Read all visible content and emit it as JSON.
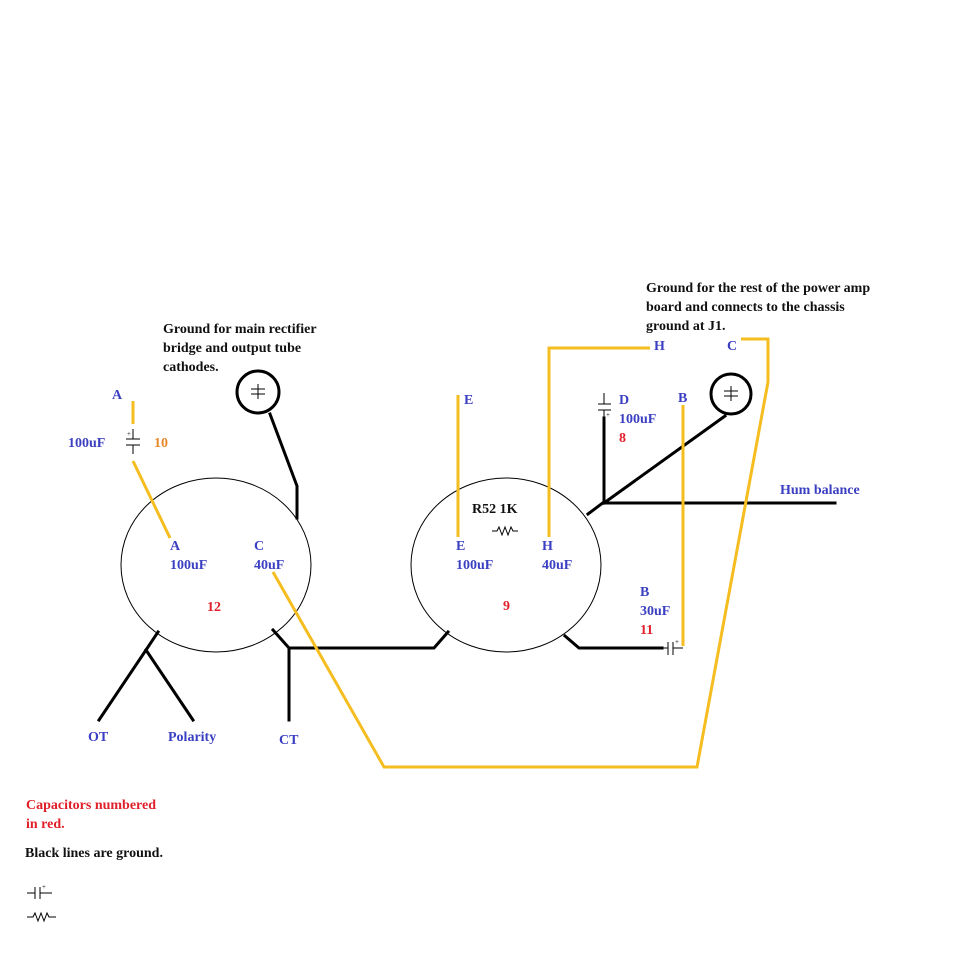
{
  "notes": {
    "rectifier_ground": [
      "Ground for main rectifier",
      "bridge and output tube",
      "cathodes."
    ],
    "power_amp_ground": [
      "Ground for the rest of the power amp",
      "board and connects to the chassis",
      "ground at J1."
    ],
    "capacitors_numbered": [
      "Capacitors numbered",
      "in red."
    ],
    "black_lines": "Black lines are ground."
  },
  "labels": {
    "hum_balance": "Hum balance",
    "resistor": "R52 1K",
    "ot": "OT",
    "polarity": "Polarity",
    "ct": "CT"
  },
  "can_left": {
    "number": "12",
    "term_a": "A",
    "term_a_value": "100uF",
    "term_c": "C",
    "term_c_value": "40uF"
  },
  "can_right": {
    "number": "9",
    "term_e": "E",
    "term_e_value": "100uF",
    "term_h": "H",
    "term_h_value": "40uF"
  },
  "cap10": {
    "letter": "A",
    "value": "100uF",
    "number": "10"
  },
  "cap8": {
    "letter": "D",
    "value": "100uF",
    "number": "8"
  },
  "cap11": {
    "letter": "B",
    "value": "30uF",
    "number": "11"
  },
  "wire_labels": {
    "e": "E",
    "h": "H",
    "c": "C",
    "b": "B"
  },
  "colors": {
    "ground_wire": "#000000",
    "signal_wire": "#f5bd1f",
    "terminal_text": "#3b3fc1",
    "capacitor_number": "#e0202a",
    "cap10_number": "#e8882a"
  }
}
